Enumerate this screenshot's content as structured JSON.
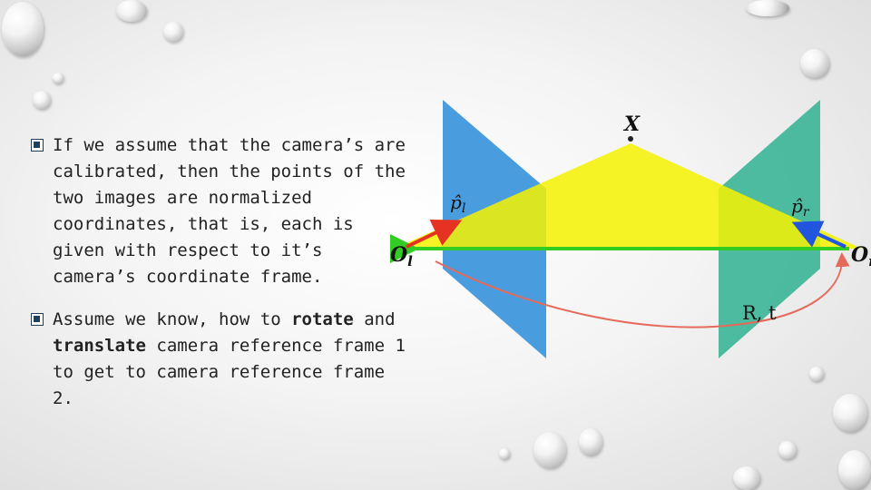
{
  "bullets": [
    {
      "text": "If we assume that the camera’s are calibrated, then the points of the two images are normalized coordinates, that is, each is given with respect to it’s camera’s coordinate frame."
    },
    {
      "pre": "Assume we know, how to ",
      "bold1": "rotate",
      "mid": " and ",
      "bold2": "translate",
      "post": " camera reference frame 1 to get to camera reference frame 2."
    }
  ],
  "diagram": {
    "point_label": "X",
    "left_point_label": "p̂",
    "left_point_sub": "l",
    "right_point_label": "p̂",
    "right_point_sub": "r",
    "left_center_label": "O",
    "left_center_sub": "l",
    "right_center_label": "O",
    "right_center_sub": "r",
    "transform_label": "R, t",
    "colors": {
      "left_plane": "#3f97db",
      "right_plane": "#43b79a",
      "epipolar_plane": "#f5f200",
      "baseline": "#33cc22",
      "left_vector": "#e63222",
      "right_vector": "#2255dd",
      "transform_arc": "#e66a5a"
    }
  }
}
